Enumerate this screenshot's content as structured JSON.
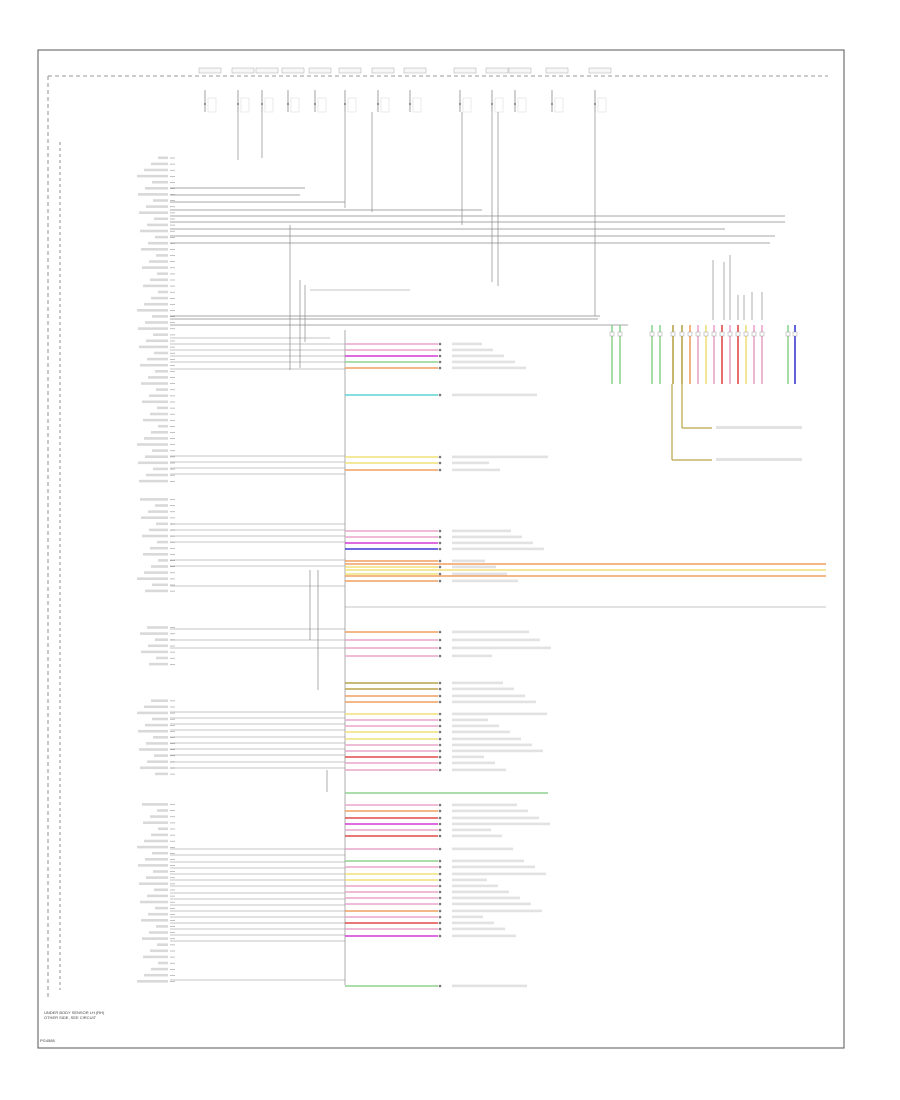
{
  "diagram": {
    "footnote_lines": [
      "UNDER BODY SENSOR LH (RH)",
      "OTHER SIDE, SEE CIRCUIT"
    ],
    "page_id": "PG4588",
    "colors": {
      "frame": "#555555",
      "wire": "#8a8a8a",
      "pink": "#e8a6c8",
      "magenta": "#d33bd3",
      "green": "#8fd38f",
      "cyan": "#5fd3d3",
      "yellow": "#f0e07a",
      "orange": "#f0a060",
      "blue": "#3b3bd3",
      "red": "#e04a4a",
      "olive": "#b8a44a"
    }
  }
}
